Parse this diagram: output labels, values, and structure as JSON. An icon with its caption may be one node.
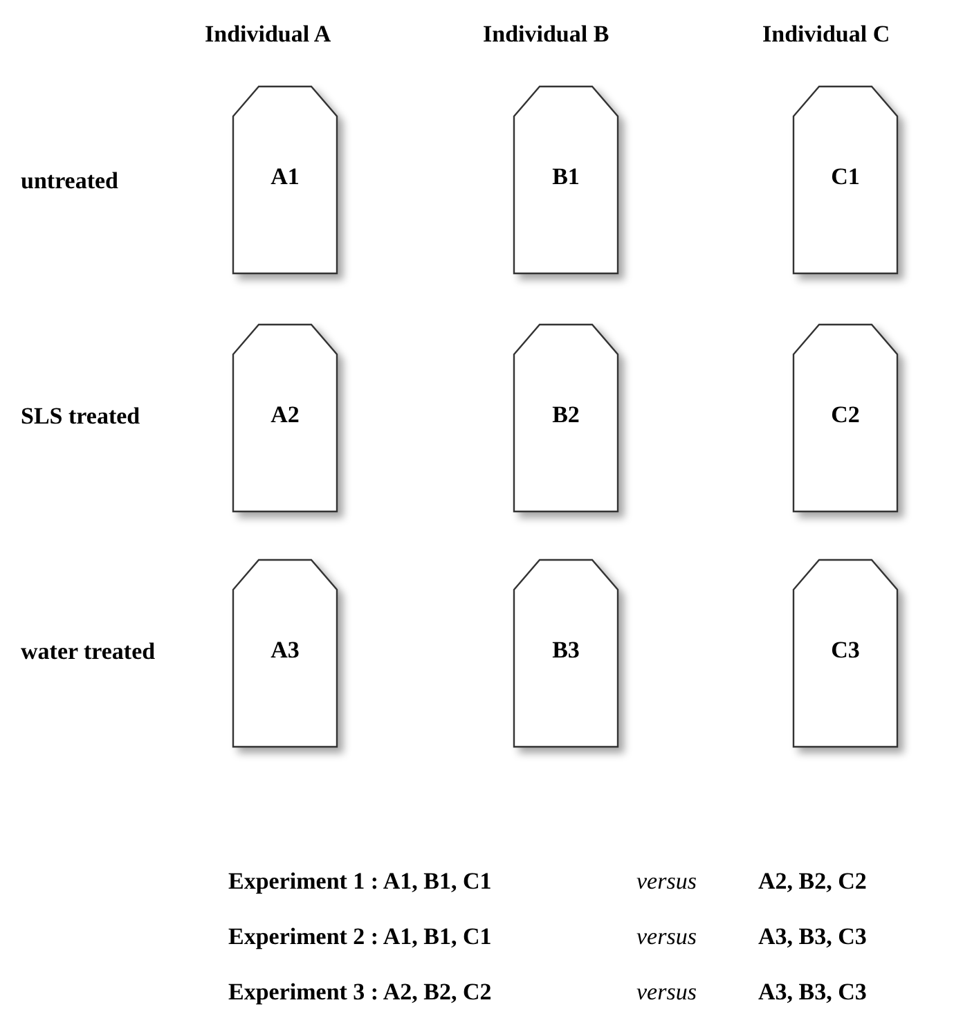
{
  "diagram": {
    "nodes": [
      {
        "text": [
          "A1"
        ]
      },
      {
        "text": [
          "B1"
        ]
      },
      {
        "text": [
          "C1"
        ]
      },
      {
        "text": [
          "A2"
        ]
      },
      {
        "text": [
          "B2"
        ]
      },
      {
        "text": [
          "C2"
        ]
      },
      {
        "text": [
          "A3"
        ]
      },
      {
        "text": [
          "B3"
        ]
      },
      {
        "text": [
          "C3"
        ]
      }
    ],
    "labels": [
      "Individual A",
      "Individual B",
      "Individual C",
      "untreated",
      "SLS treated",
      "water treated",
      "Experiment 1 : A1, B1, C1",
      "versus",
      "A2, B2, C2",
      "Experiment 2 : A1, B1, C1",
      "versus",
      "A3, B3, C3",
      "Experiment 3 : A2, B2, C2",
      "versus",
      "A3, B3, C3"
    ]
  }
}
